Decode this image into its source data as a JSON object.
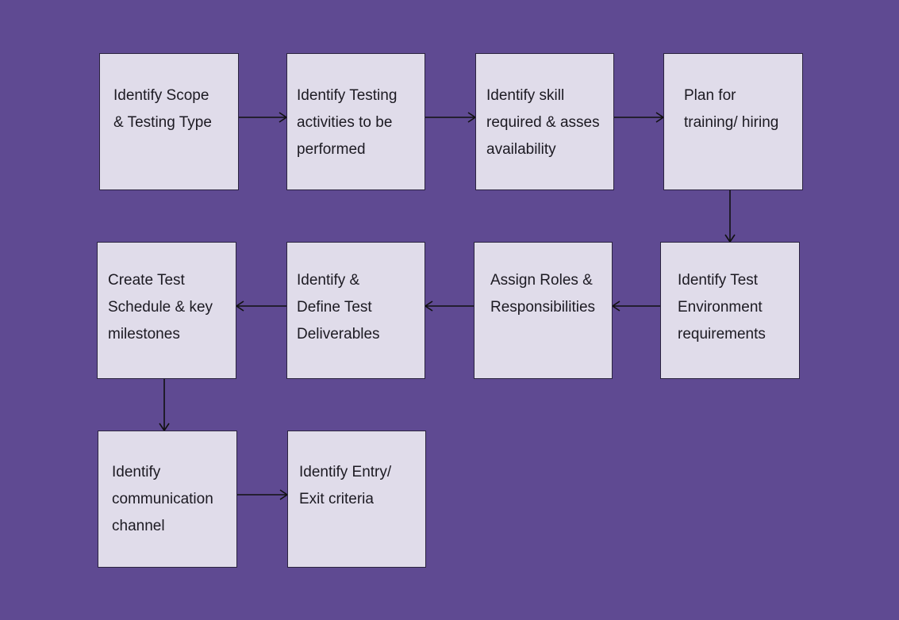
{
  "diagram": {
    "colors": {
      "background": "#5f4a92",
      "box_fill": "#e0dcea",
      "box_border": "#2b2440",
      "text": "#1c1a22",
      "arrow": "#111111"
    },
    "steps": [
      {
        "id": "scope",
        "lines": [
          "Identify Scope",
          "& Testing Type"
        ]
      },
      {
        "id": "activities",
        "lines": [
          "Identify Testing",
          "activities to be",
          "performed"
        ]
      },
      {
        "id": "skills",
        "lines": [
          "Identify skill",
          "required & asses",
          "availability"
        ]
      },
      {
        "id": "training",
        "lines": [
          "Plan for",
          "training/ hiring"
        ]
      },
      {
        "id": "environment",
        "lines": [
          "Identify Test",
          "Environment",
          "requirements"
        ]
      },
      {
        "id": "roles",
        "lines": [
          "Assign Roles &",
          "Responsibilities"
        ]
      },
      {
        "id": "deliverables",
        "lines": [
          "Identify &",
          "Define Test",
          "Deliverables"
        ]
      },
      {
        "id": "schedule",
        "lines": [
          "Create Test",
          "Schedule & key",
          "milestones"
        ]
      },
      {
        "id": "communication",
        "lines": [
          "Identify",
          "communication",
          "channel"
        ]
      },
      {
        "id": "criteria",
        "lines": [
          "Identify Entry/",
          "Exit criteria"
        ]
      }
    ],
    "connections": [
      {
        "from": "scope",
        "to": "activities"
      },
      {
        "from": "activities",
        "to": "skills"
      },
      {
        "from": "skills",
        "to": "training"
      },
      {
        "from": "training",
        "to": "environment"
      },
      {
        "from": "environment",
        "to": "roles"
      },
      {
        "from": "roles",
        "to": "deliverables"
      },
      {
        "from": "deliverables",
        "to": "schedule"
      },
      {
        "from": "schedule",
        "to": "communication"
      },
      {
        "from": "communication",
        "to": "criteria"
      }
    ]
  }
}
